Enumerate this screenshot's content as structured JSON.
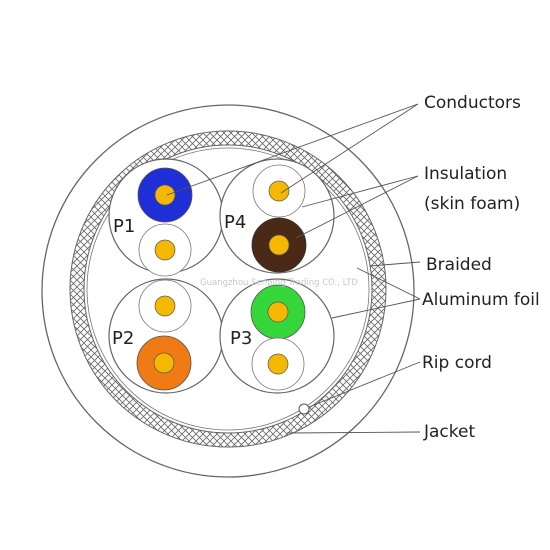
{
  "labels": {
    "conductors": "Conductors",
    "insulation": "Insulation",
    "skin_foam": "(skin foam)",
    "braided": "Braided",
    "aluminum_foil": "Aluminum foil",
    "rip_cord": "Rip cord",
    "jacket": "Jacket"
  },
  "pairs": {
    "p1": "P1",
    "p2": "P2",
    "p3": "P3",
    "p4": "P4"
  },
  "watermark": "Guangzhou Senping Trading CO., LTD",
  "colors": {
    "conductor": "#f5b800",
    "p1_insulation": "#1f2fd8",
    "p2_insulation": "#f07a14",
    "p3_insulation": "#35d63a",
    "p4_insulation": "#4a2a16",
    "white_insulation": "#ffffff",
    "braid": "#666666",
    "outline": "#666666"
  }
}
